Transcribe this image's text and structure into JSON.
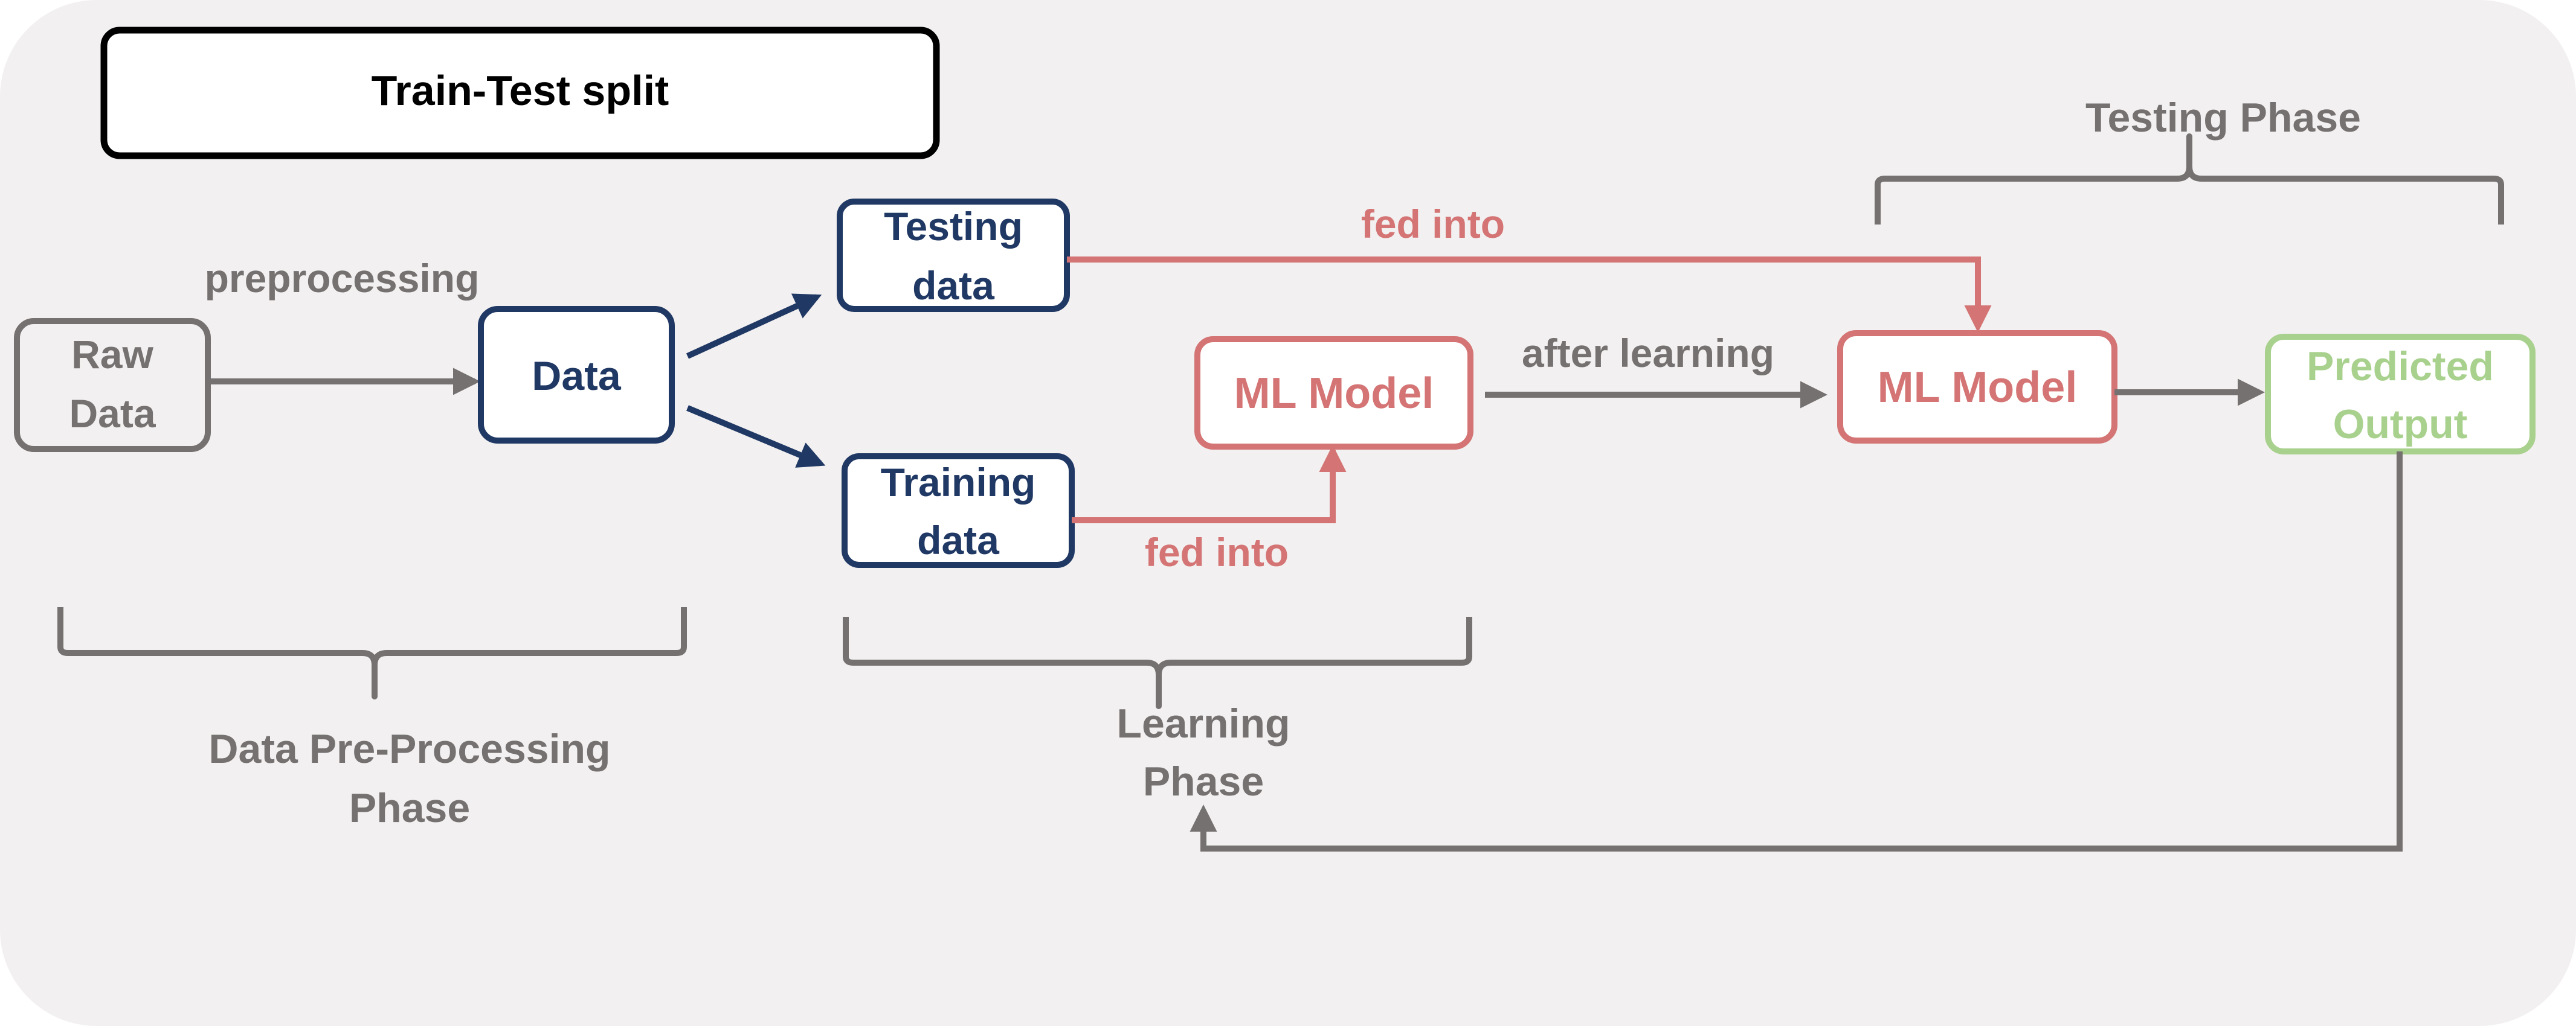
{
  "title": "Train-Test split",
  "nodes": {
    "raw_data": [
      "Raw",
      "Data"
    ],
    "data": "Data",
    "testing_data": [
      "Testing",
      "data"
    ],
    "training_data": [
      "Training",
      "data"
    ],
    "ml_model_learning": "ML Model",
    "ml_model_testing": "ML Model",
    "predicted_output": [
      "Predicted",
      "Output"
    ]
  },
  "edge_labels": {
    "preprocessing": "preprocessing",
    "fed_into_test": "fed into",
    "fed_into_train": "fed into",
    "after_learning": "after learning"
  },
  "phases": {
    "preprocessing": [
      "Data Pre-Processing",
      "Phase"
    ],
    "learning": [
      "Learning",
      "Phase"
    ],
    "testing": "Testing Phase"
  },
  "colors": {
    "background": "#f2f0f0",
    "gray": "#767171",
    "navy": "#203864",
    "red": "#d47474",
    "green": "#a9d18e",
    "black": "#000000"
  }
}
